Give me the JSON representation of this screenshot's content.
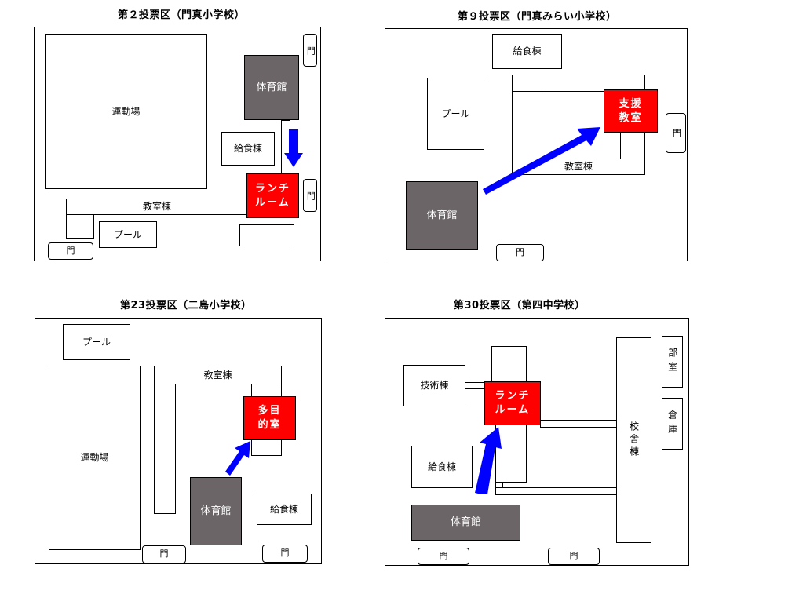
{
  "colors": {
    "target": "#ff0000",
    "gym": "#6b6567",
    "arrow": "#0000ff"
  },
  "panels": [
    {
      "title": "第２投票区（門真小学校）",
      "buildings": {
        "playground": "運動場",
        "gym": "体育館",
        "kitchen": "給食棟",
        "target": "ランチ\nルーム",
        "classroom": "教室棟",
        "pool": "プール",
        "gate_top": "門",
        "gate_side": "門",
        "gate_bottom": "門"
      }
    },
    {
      "title": "第９投票区（門真みらい小学校）",
      "buildings": {
        "kitchen": "給食棟",
        "pool": "プール",
        "target": "支援\n教室",
        "classroom": "教室棟",
        "gym": "体育館",
        "gate_side": "門",
        "gate_bottom": "門"
      }
    },
    {
      "title": "第23投票区（二島小学校）",
      "buildings": {
        "pool": "プール",
        "classroom": "教室棟",
        "target": "多目\n的室",
        "playground": "運動場",
        "gym": "体育館",
        "kitchen": "給食棟",
        "gate_a": "門",
        "gate_b": "門"
      }
    },
    {
      "title": "第30投票区（第四中学校）",
      "buildings": {
        "tech": "技術棟",
        "target": "ランチ\nルーム",
        "kitchen": "給食棟",
        "gym": "体育館",
        "school": "校舎棟",
        "club": "部室",
        "storage": "倉庫",
        "gate_a": "門",
        "gate_b": "門"
      }
    }
  ]
}
